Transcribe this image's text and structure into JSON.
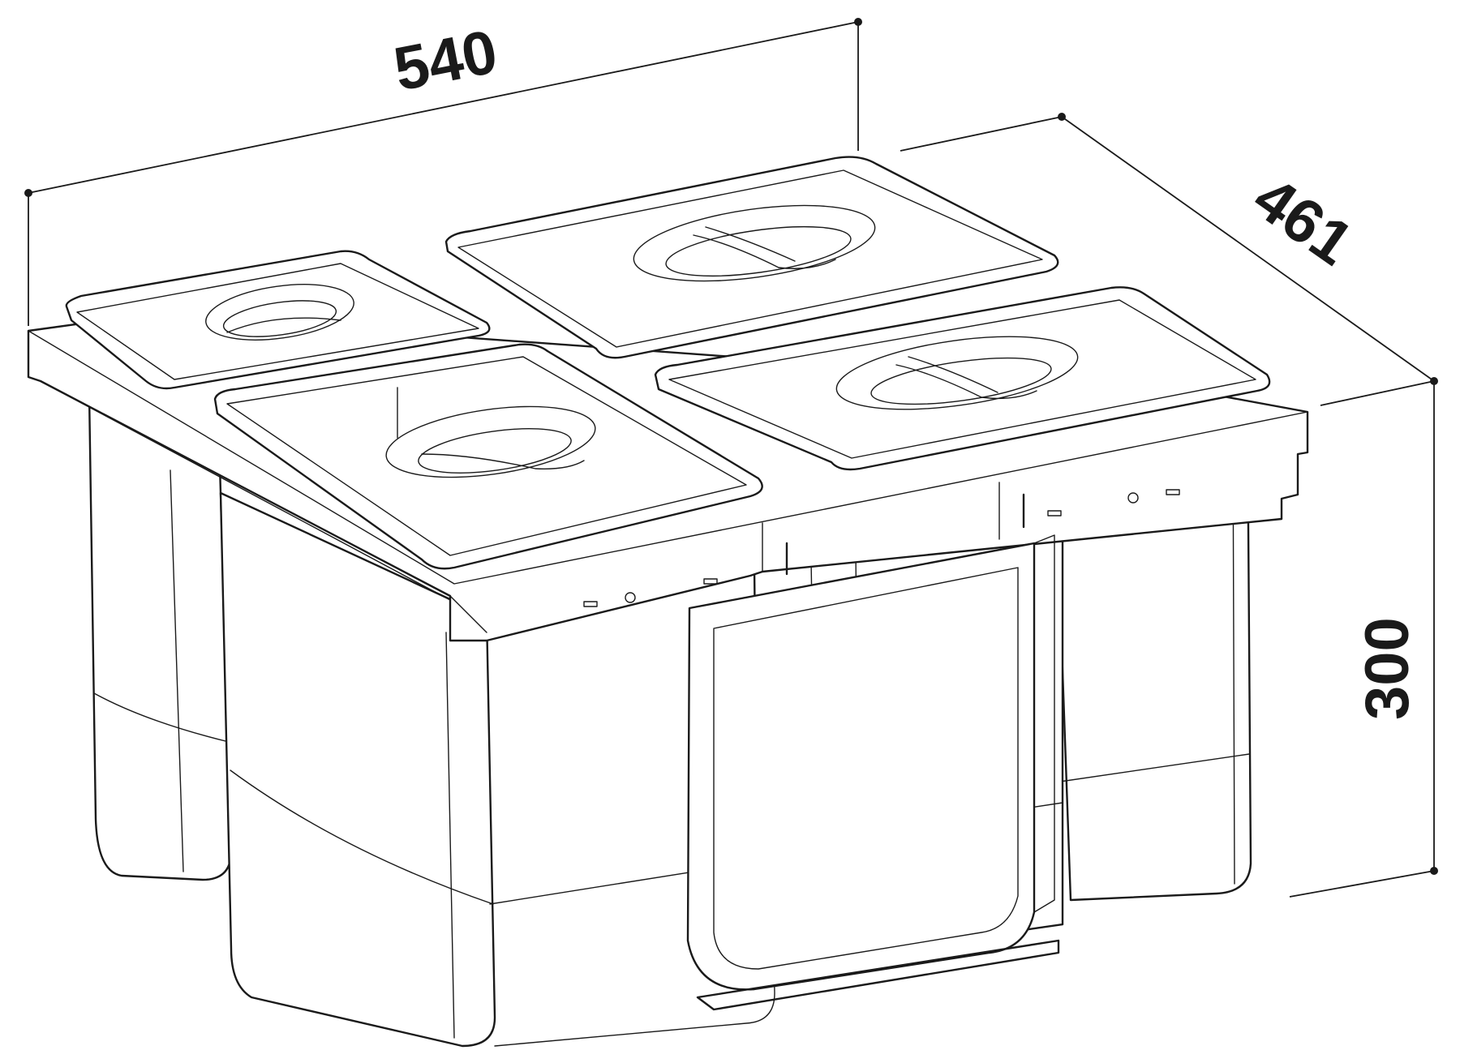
{
  "dimensions": {
    "width": "540",
    "depth": "461",
    "height": "300"
  }
}
